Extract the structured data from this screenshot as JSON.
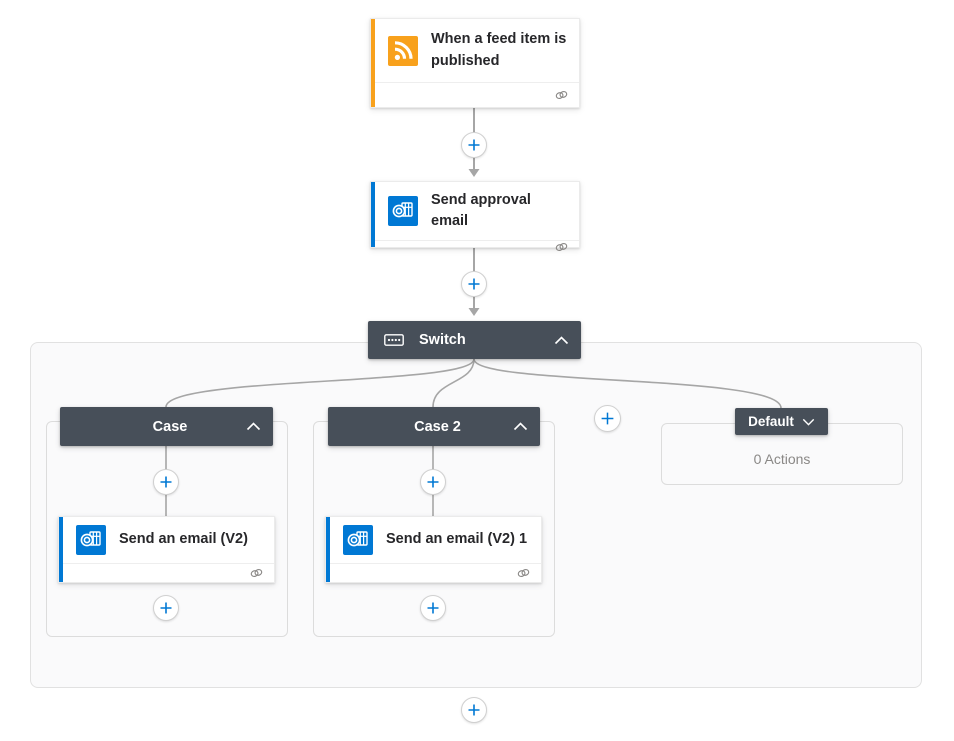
{
  "flow": {
    "trigger": {
      "title": "When a feed item is published"
    },
    "approval": {
      "title": "Send approval email"
    },
    "switch_label": "Switch",
    "case1": {
      "label": "Case",
      "action_title": "Send an email (V2)"
    },
    "case2": {
      "label": "Case 2",
      "action_title": "Send an email (V2) 1"
    },
    "default_case": {
      "label": "Default",
      "empty_text": "0 Actions"
    }
  },
  "icons": {
    "trigger": "rss-icon",
    "action": "outlook-icon",
    "switch": "switch-control-icon",
    "footer": "chain-link-icon",
    "collapse": "chevron-up-icon",
    "expand": "chevron-down-icon",
    "add": "plus-icon"
  },
  "colors": {
    "trigger_accent": "#F8A11C",
    "action_accent": "#0078D4",
    "header_bg": "#474F59",
    "connector": "#A6A6A6",
    "plus_blue": "#0078D4",
    "muted_text": "#8A8886",
    "scope_bg": "#FAFAFB"
  }
}
